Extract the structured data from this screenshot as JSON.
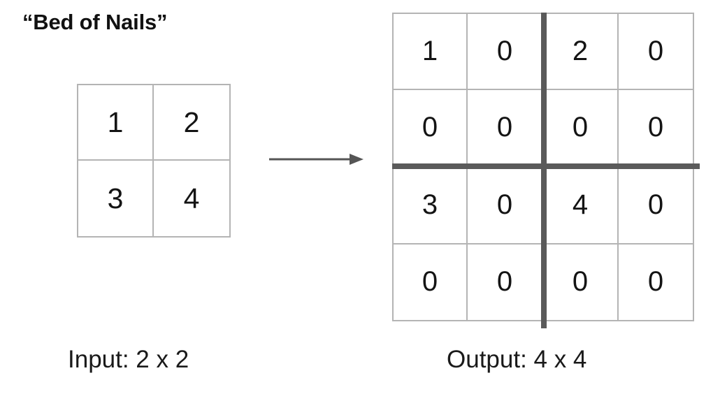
{
  "title": "“Bed of Nails”",
  "colors": {
    "background": "#ffffff",
    "grid_line": "#b4b4b4",
    "thick_line": "#5a5a5a",
    "text": "#1a1a1a",
    "arrow": "#555555"
  },
  "input": {
    "caption": "Input: 2 x 2",
    "rows": 2,
    "cols": 2,
    "values": [
      [
        "1",
        "2"
      ],
      [
        "3",
        "4"
      ]
    ]
  },
  "arrow": {
    "icon": "arrow-right-icon",
    "direction": "right"
  },
  "output": {
    "caption": "Output: 4 x 4",
    "rows": 4,
    "cols": 4,
    "values": [
      [
        "1",
        "0",
        "2",
        "0"
      ],
      [
        "0",
        "0",
        "0",
        "0"
      ],
      [
        "3",
        "0",
        "4",
        "0"
      ],
      [
        "0",
        "0",
        "0",
        "0"
      ]
    ],
    "thick_separator_after_col": 2,
    "thick_separator_after_row": 2
  }
}
